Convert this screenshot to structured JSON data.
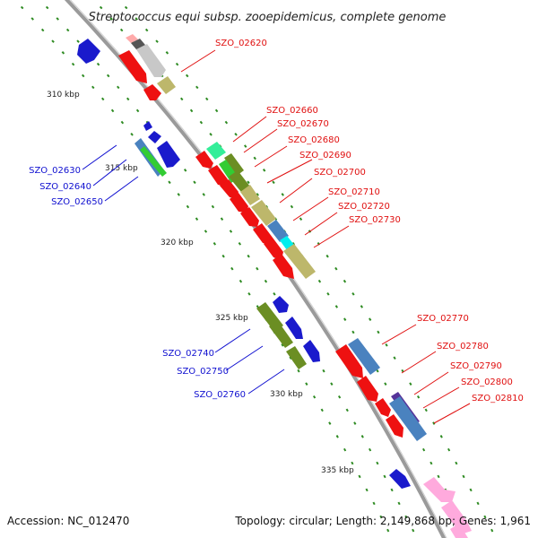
{
  "title": "Streptococcus equi subsp. zooepidemicus, complete genome",
  "footer": {
    "accession": "Accession: NC_012470",
    "summary": "Topology: circular; Length: 2,149,868 bp; Genes: 1,961"
  },
  "colors": {
    "backbone": "#999999",
    "tick_green": "#2e8b22",
    "forward_label": "#e01010",
    "reverse_label": "#1010d0"
  },
  "scale_labels": [
    {
      "kbp": 310,
      "label": "310 kbp"
    },
    {
      "kbp": 315,
      "label": "315 kbp"
    },
    {
      "kbp": 320,
      "label": "320 kbp"
    },
    {
      "kbp": 325,
      "label": "325 kbp"
    },
    {
      "kbp": 330,
      "label": "330 kbp"
    },
    {
      "kbp": 335,
      "label": "335 kbp"
    }
  ],
  "gene_labels_forward": [
    "SZO_02620",
    "SZO_02660",
    "SZO_02670",
    "SZO_02680",
    "SZO_02690",
    "SZO_02700",
    "SZO_02710",
    "SZO_02720",
    "SZO_02730",
    "SZO_02770",
    "SZO_02780",
    "SZO_02790",
    "SZO_02800",
    "SZO_02810"
  ],
  "gene_labels_reverse": [
    "SZO_02630",
    "SZO_02640",
    "SZO_02650",
    "SZO_02740",
    "SZO_02750",
    "SZO_02760"
  ]
}
